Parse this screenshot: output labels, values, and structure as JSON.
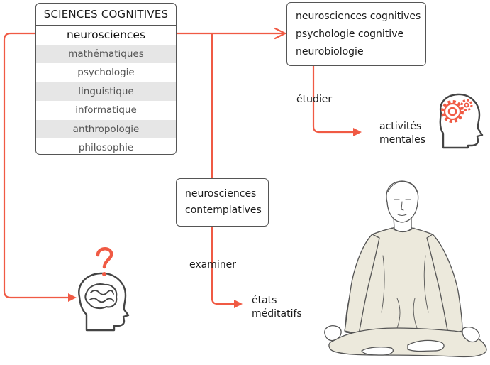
{
  "sciences_box": {
    "title": "SCIENCES COGNITIVES",
    "items": [
      "neurosciences",
      "mathématiques",
      "psychologie",
      "linguistique",
      "informatique",
      "anthropologie",
      "philosophie"
    ]
  },
  "neuro_box": {
    "lines": [
      "neurosciences cognitives",
      "psychologie cognitive",
      "neurobiologie"
    ]
  },
  "contemplative_box": {
    "lines": [
      "neurosciences",
      "contemplatives"
    ]
  },
  "labels": {
    "etudier": "étudier",
    "activites": [
      "activités",
      "mentales"
    ],
    "examiner": "examiner",
    "etats": [
      "états",
      "méditatifs"
    ]
  },
  "colors": {
    "accent": "#f05a44",
    "outline": "#555555",
    "robe": "#ece9dc"
  }
}
